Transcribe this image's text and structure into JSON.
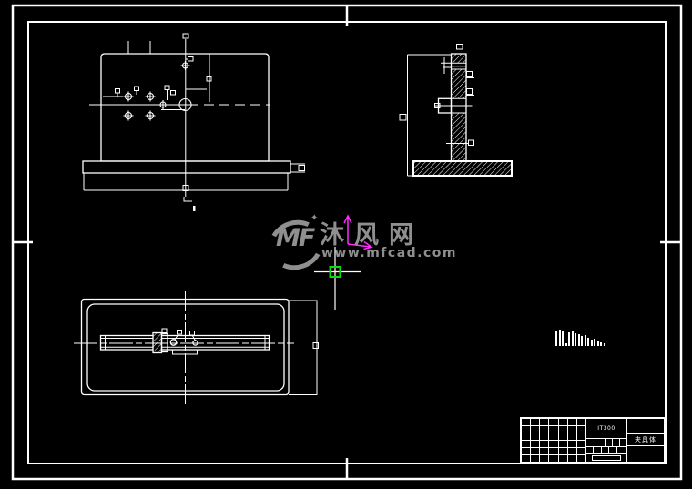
{
  "window": {
    "background_color": "#000000",
    "line_color": "#ffffff"
  },
  "watermark": {
    "logo": "MF",
    "sparkle": "✦",
    "site_name": "沐风网",
    "site_url": "www.mfcad.com",
    "color": "#8f8f8f"
  },
  "ucs": {
    "color": "#ff2bff"
  },
  "cursor": {
    "pickbox_color": "#15d615",
    "crosshair_color": "#ffffff"
  },
  "title_block": {
    "center_text": "IT300",
    "part_name": "夹具体"
  },
  "noise_marks": {
    "heights": [
      16,
      18,
      17,
      3,
      15,
      16,
      14,
      13,
      11,
      12,
      9,
      7,
      8,
      5,
      4,
      3
    ]
  }
}
